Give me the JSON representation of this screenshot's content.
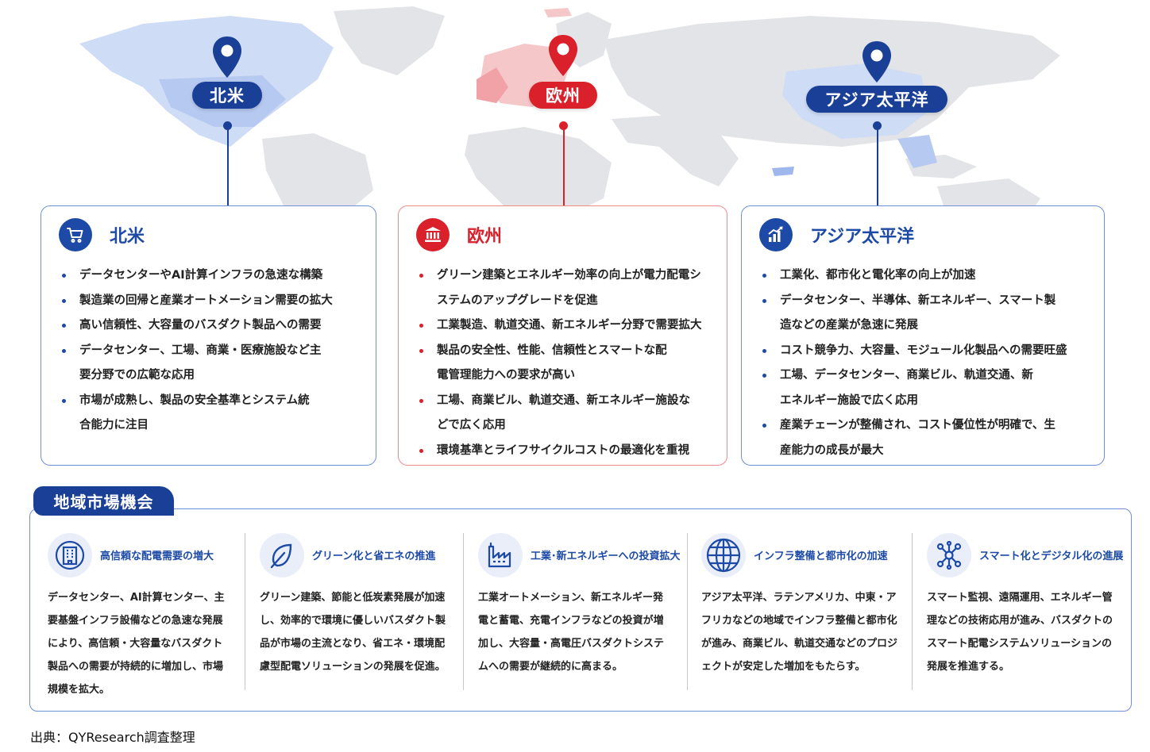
{
  "colors": {
    "blue": "#1c4aa6",
    "red": "#d9202b",
    "map_gray": "#e3e4e7"
  },
  "regions": [
    {
      "label": "北米",
      "color": "#1a3f96",
      "icon": "shopping-cart-icon"
    },
    {
      "label": "欧州",
      "color": "#d9202b",
      "icon": "bank-building-icon"
    },
    {
      "label": "アジア太平洋",
      "color": "#1a3f96",
      "icon": "growth-chart-icon"
    }
  ],
  "cards": [
    {
      "title": "北米",
      "items": [
        "データセンターやAI計算インフラの急速な構築",
        "製造業の回帰と産業オートメーション需要の拡大",
        "高い信頼性、大容量のバスダクト製品への需要",
        "データセンター、工場、商業・医療施設など主要分野での広範な応用",
        "市場が成熟し、製品の安全基準とシステム統合能力に注目"
      ]
    },
    {
      "title": "欧州",
      "items": [
        "グリーン建築とエネルギー効率の向上が電力配電システムのアップグレードを促進",
        "工業製造、軌道交通、新エネルギー分野で需要拡大",
        "製品の安全性、性能、信頼性とスマートな配電管理能力への要求が高い",
        "工場、商業ビル、軌道交通、新エネルギー施設などで広く応用",
        "環境基準とライフサイクルコストの最適化を重視"
      ]
    },
    {
      "title": "アジア太平洋",
      "items": [
        "工業化、都市化と電化率の向上が加速",
        "データセンター、半導体、新エネルギー、スマート製造などの産業が急速に発展",
        "コスト競争力、大容量、モジュール化製品への需要旺盛",
        "工場、データセンター、商業ビル、軌道交通、新エネルギー施設で広く応用",
        "産業チェーンが整備され、コスト優位性が明確で、生産能力の成長が最大"
      ]
    }
  ],
  "opportunities": {
    "section_title": "地域市場機会",
    "items": [
      {
        "title": "高信頼な配電需要の増大",
        "icon": "office-building-icon",
        "text": "データセンター、AI計算センター、主要基盤インフラ設備などの急速な発展により、高信頼・大容量なバスダクト製品への需要が持続的に増加し、市場規模を拡大。"
      },
      {
        "title": "グリーン化と省エネの推進",
        "icon": "leaf-icon",
        "text": "グリーン建築、節能と低炭素発展が加速し、効率的で環境に優しいバスダクト製品が市場の主流となり、省エネ・環境配慮型配電ソリューションの発展を促進。"
      },
      {
        "title": "工業･新エネルギーへの投資拡大",
        "icon": "factory-icon",
        "text": "工業オートメーション、新エネルギー発電と蓄電、充電インフラなどの投資が増加し、大容量・高電圧バスダクトシステムへの需要が継続的に高まる。"
      },
      {
        "title": "インフラ整備と都市化の加速",
        "icon": "globe-icon",
        "text": "アジア太平洋、ラテンアメリカ、中東・アフリカなどの地域でインフラ整備と都市化が進み、商業ビル、軌道交通などのプロジェクトが安定した増加をもたらす。"
      },
      {
        "title": "スマート化とデジタル化の進展",
        "icon": "network-nodes-icon",
        "text": "スマート監視、遠隔運用、エネルギー管理などの技術応用が進み、バスダクトのスマート配電システムソリューションの発展を推進する。"
      }
    ]
  },
  "source": "出典：QYResearch調査整理"
}
